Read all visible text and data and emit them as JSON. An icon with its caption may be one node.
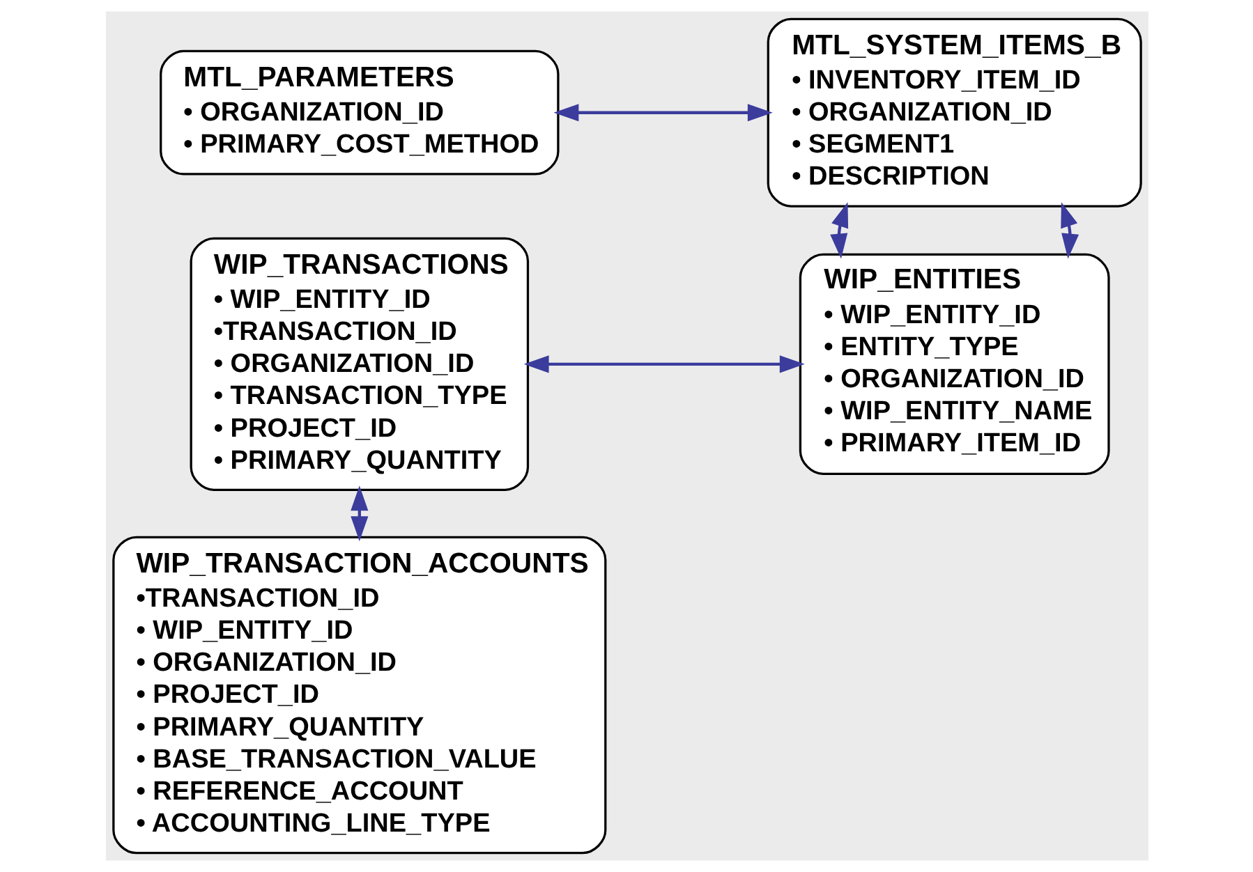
{
  "diagram": {
    "nodes": [
      {
        "text": [
          "MTL_PARAMETERS",
          "• ORGANIZATION_ID",
          "• PRIMARY_COST_METHOD"
        ]
      },
      {
        "text": [
          "MTL_SYSTEM_ITEMS_B",
          "• INVENTORY_ITEM_ID",
          "• ORGANIZATION_ID",
          "• SEGMENT1",
          "• DESCRIPTION"
        ]
      },
      {
        "text": [
          "WIP_TRANSACTIONS",
          "• WIP_ENTITY_ID",
          "•TRANSACTION_ID",
          "• ORGANIZATION_ID",
          "• TRANSACTION_TYPE",
          "• PROJECT_ID",
          "• PRIMARY_QUANTITY"
        ]
      },
      {
        "text": [
          "WIP_ENTITIES",
          "• WIP_ENTITY_ID",
          "• ENTITY_TYPE",
          "• ORGANIZATION_ID",
          "• WIP_ENTITY_NAME",
          "• PRIMARY_ITEM_ID"
        ]
      },
      {
        "text": [
          "WIP_TRANSACTION_ACCOUNTS",
          "•TRANSACTION_ID",
          "• WIP_ENTITY_ID",
          "• ORGANIZATION_ID",
          "• PROJECT_ID",
          "• PRIMARY_QUANTITY",
          "• BASE_TRANSACTION_VALUE",
          "• REFERENCE_ACCOUNT",
          "• ACCOUNTING_LINE_TYPE"
        ]
      }
    ],
    "edges": [
      {
        "from": 0,
        "to": 1,
        "arrow": "both"
      },
      {
        "from": 1,
        "to": 3,
        "arrow": "both"
      },
      {
        "from": 1,
        "to": 3,
        "arrow": "both"
      },
      {
        "from": 2,
        "to": 3,
        "arrow": "both"
      },
      {
        "from": 2,
        "to": 4,
        "arrow": "both"
      }
    ]
  }
}
